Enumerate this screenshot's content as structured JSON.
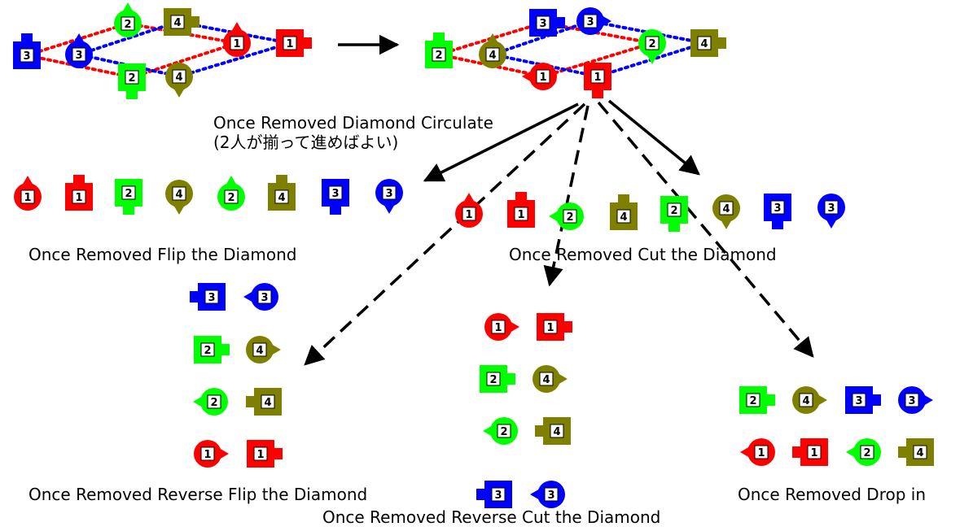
{
  "colors": {
    "p1": "#ff0000",
    "p2": "#00ff00",
    "p3": "#0000ff",
    "p4": "#808000",
    "dot_red": "#ff0000",
    "dot_blue": "#0000ff",
    "arrow": "#000000"
  },
  "labels": {
    "circulate": "Once Removed Diamond Circulate",
    "circulate_note": "(2人が揃って進めばよい)",
    "flip": "Once Removed Flip the Diamond",
    "cut": "Once Removed Cut the Diamond",
    "reverse_flip": "Once Removed Reverse Flip the Diamond",
    "reverse_cut": "Once Removed Reverse Cut the Diamond",
    "drop_in": "Once Removed Drop in"
  },
  "dancers": [
    {
      "id": "s3a",
      "group": "start",
      "color": "p3",
      "shape": "square",
      "number": "3"
    },
    {
      "id": "c3a",
      "group": "start",
      "color": "p3",
      "shape": "circle",
      "number": "3"
    },
    {
      "id": "c2a",
      "group": "start",
      "color": "p2",
      "shape": "circle",
      "number": "2"
    },
    {
      "id": "s4a",
      "group": "start",
      "color": "p4",
      "shape": "square",
      "number": "4"
    },
    {
      "id": "s2a",
      "group": "start",
      "color": "p2",
      "shape": "square",
      "number": "2"
    },
    {
      "id": "c4a",
      "group": "start",
      "color": "p4",
      "shape": "circle",
      "number": "4"
    },
    {
      "id": "c1a",
      "group": "start",
      "color": "p1",
      "shape": "circle",
      "number": "1"
    },
    {
      "id": "s1a",
      "group": "start",
      "color": "p1",
      "shape": "square",
      "number": "1"
    },
    {
      "id": "s2b",
      "group": "after-circulate",
      "color": "p2",
      "shape": "square",
      "number": "2"
    },
    {
      "id": "c4b",
      "group": "after-circulate",
      "color": "p4",
      "shape": "circle",
      "number": "4"
    },
    {
      "id": "s3b",
      "group": "after-circulate",
      "color": "p3",
      "shape": "square",
      "number": "3"
    },
    {
      "id": "c3b",
      "group": "after-circulate",
      "color": "p3",
      "shape": "circle",
      "number": "3"
    },
    {
      "id": "c1b",
      "group": "after-circulate",
      "color": "p1",
      "shape": "circle",
      "number": "1"
    },
    {
      "id": "s1b",
      "group": "after-circulate",
      "color": "p1",
      "shape": "square",
      "number": "1"
    },
    {
      "id": "c2b",
      "group": "after-circulate",
      "color": "p2",
      "shape": "circle",
      "number": "2"
    },
    {
      "id": "s4b",
      "group": "after-circulate",
      "color": "p4",
      "shape": "square",
      "number": "4"
    },
    {
      "id": "f1",
      "group": "flip",
      "color": "p1",
      "shape": "circle",
      "number": "1"
    },
    {
      "id": "f2",
      "group": "flip",
      "color": "p1",
      "shape": "square",
      "number": "1"
    },
    {
      "id": "f3",
      "group": "flip",
      "color": "p2",
      "shape": "square",
      "number": "2"
    },
    {
      "id": "f4",
      "group": "flip",
      "color": "p4",
      "shape": "circle",
      "number": "4"
    },
    {
      "id": "f5",
      "group": "flip",
      "color": "p2",
      "shape": "circle",
      "number": "2"
    },
    {
      "id": "f6",
      "group": "flip",
      "color": "p4",
      "shape": "square",
      "number": "4"
    },
    {
      "id": "f7",
      "group": "flip",
      "color": "p3",
      "shape": "square",
      "number": "3"
    },
    {
      "id": "f8",
      "group": "flip",
      "color": "p3",
      "shape": "circle",
      "number": "3"
    },
    {
      "id": "k1",
      "group": "cut",
      "color": "p1",
      "shape": "circle",
      "number": "1"
    },
    {
      "id": "k2",
      "group": "cut",
      "color": "p1",
      "shape": "square",
      "number": "1"
    },
    {
      "id": "k3",
      "group": "cut",
      "color": "p2",
      "shape": "circle",
      "number": "2"
    },
    {
      "id": "k4",
      "group": "cut",
      "color": "p4",
      "shape": "square",
      "number": "4"
    },
    {
      "id": "k5",
      "group": "cut",
      "color": "p2",
      "shape": "square",
      "number": "2"
    },
    {
      "id": "k6",
      "group": "cut",
      "color": "p4",
      "shape": "circle",
      "number": "4"
    },
    {
      "id": "k7",
      "group": "cut",
      "color": "p3",
      "shape": "square",
      "number": "3"
    },
    {
      "id": "k8",
      "group": "cut",
      "color": "p3",
      "shape": "circle",
      "number": "3"
    },
    {
      "id": "r1",
      "group": "reverse-flip",
      "color": "p3",
      "shape": "square",
      "number": "3"
    },
    {
      "id": "r2",
      "group": "reverse-flip",
      "color": "p3",
      "shape": "circle",
      "number": "3"
    },
    {
      "id": "r3",
      "group": "reverse-flip",
      "color": "p2",
      "shape": "square",
      "number": "2"
    },
    {
      "id": "r4",
      "group": "reverse-flip",
      "color": "p4",
      "shape": "circle",
      "number": "4"
    },
    {
      "id": "r5",
      "group": "reverse-flip",
      "color": "p2",
      "shape": "circle",
      "number": "2"
    },
    {
      "id": "r6",
      "group": "reverse-flip",
      "color": "p4",
      "shape": "square",
      "number": "4"
    },
    {
      "id": "r7",
      "group": "reverse-flip",
      "color": "p1",
      "shape": "circle",
      "number": "1"
    },
    {
      "id": "r8",
      "group": "reverse-flip",
      "color": "p1",
      "shape": "square",
      "number": "1"
    },
    {
      "id": "u1",
      "group": "reverse-cut",
      "color": "p1",
      "shape": "circle",
      "number": "1"
    },
    {
      "id": "u2",
      "group": "reverse-cut",
      "color": "p1",
      "shape": "square",
      "number": "1"
    },
    {
      "id": "u3",
      "group": "reverse-cut",
      "color": "p2",
      "shape": "square",
      "number": "2"
    },
    {
      "id": "u4",
      "group": "reverse-cut",
      "color": "p4",
      "shape": "circle",
      "number": "4"
    },
    {
      "id": "u5",
      "group": "reverse-cut",
      "color": "p2",
      "shape": "circle",
      "number": "2"
    },
    {
      "id": "u6",
      "group": "reverse-cut",
      "color": "p4",
      "shape": "square",
      "number": "4"
    },
    {
      "id": "u7",
      "group": "reverse-cut",
      "color": "p3",
      "shape": "square",
      "number": "3"
    },
    {
      "id": "u8",
      "group": "reverse-cut",
      "color": "p3",
      "shape": "circle",
      "number": "3"
    },
    {
      "id": "d1",
      "group": "drop-in",
      "color": "p2",
      "shape": "square",
      "number": "2"
    },
    {
      "id": "d2",
      "group": "drop-in",
      "color": "p4",
      "shape": "circle",
      "number": "4"
    },
    {
      "id": "d3",
      "group": "drop-in",
      "color": "p3",
      "shape": "square",
      "number": "3"
    },
    {
      "id": "d4",
      "group": "drop-in",
      "color": "p3",
      "shape": "circle",
      "number": "3"
    },
    {
      "id": "d5",
      "group": "drop-in",
      "color": "p1",
      "shape": "circle",
      "number": "1"
    },
    {
      "id": "d6",
      "group": "drop-in",
      "color": "p1",
      "shape": "square",
      "number": "1"
    },
    {
      "id": "d7",
      "group": "drop-in",
      "color": "p2",
      "shape": "circle",
      "number": "2"
    },
    {
      "id": "d8",
      "group": "drop-in",
      "color": "p4",
      "shape": "square",
      "number": "4"
    }
  ]
}
